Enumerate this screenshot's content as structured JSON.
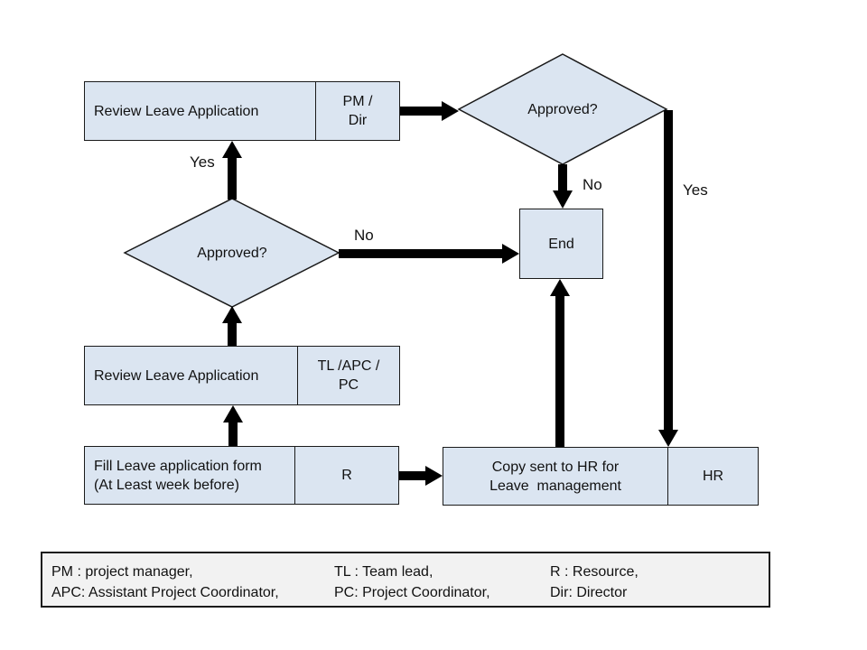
{
  "colors": {
    "node_fill": "#dbe5f1",
    "node_border": "#1a1a1a",
    "arrow_color": "#000000",
    "legend_bg": "#f2f2f2",
    "background": "#ffffff"
  },
  "nodes": {
    "review_top": {
      "label": "Review Leave Application",
      "role": "PM /\nDir"
    },
    "approved_top": {
      "label": "Approved?"
    },
    "end": {
      "label": "End"
    },
    "approved_mid": {
      "label": "Approved?"
    },
    "review_mid": {
      "label": "Review Leave Application",
      "role": "TL /APC /\nPC"
    },
    "fill_form": {
      "label": "Fill Leave application form\n(At Least week before)",
      "role": "R"
    },
    "copy_hr": {
      "label": "Copy sent to HR for\nLeave  management",
      "role": "HR"
    }
  },
  "edge_labels": {
    "yes_top": "Yes",
    "no_top": "No",
    "yes_right": "Yes",
    "no_mid": "No"
  },
  "legend": {
    "rows": [
      [
        "PM : project manager,",
        "TL : Team lead,",
        "R : Resource,"
      ],
      [
        "APC: Assistant Project Coordinator,",
        "PC: Project Coordinator,",
        "Dir: Director"
      ]
    ]
  }
}
